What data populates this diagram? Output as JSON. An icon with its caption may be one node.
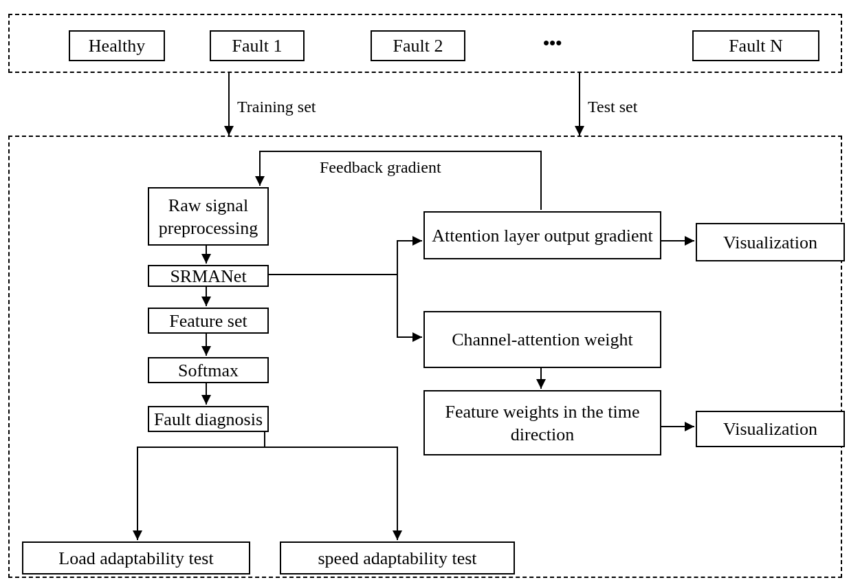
{
  "diagram": {
    "nodes": [
      {
        "text": [],
        "shape": "box"
      },
      {
        "text": [
          "Healthy"
        ],
        "in": 0
      },
      {
        "text": [
          "Fault 1"
        ],
        "in": 0
      },
      {
        "text": [
          "Fault 2"
        ],
        "in": 0
      },
      {
        "text": [
          "Fault N"
        ],
        "in": 0
      },
      {
        "text": [],
        "shape": "box"
      },
      {
        "text": [
          "Raw signal preprocessing"
        ],
        "in": 5
      },
      {
        "text": [
          "SRMANet"
        ],
        "in": 5
      },
      {
        "text": [
          "Feature set"
        ],
        "in": 5
      },
      {
        "text": [
          "Softmax"
        ],
        "in": 5
      },
      {
        "text": [
          "Fault diagnosis"
        ],
        "in": 5
      },
      {
        "text": [
          "Attention layer output gradient"
        ],
        "in": 5
      },
      {
        "text": [
          "Visualization"
        ],
        "in": 5
      },
      {
        "text": [
          "Channel-attention weight"
        ],
        "in": 5
      },
      {
        "text": [
          "Feature weights in the time direction"
        ],
        "in": 5
      },
      {
        "text": [
          "Visualization"
        ],
        "in": 5
      },
      {
        "text": [
          "Load adaptability test"
        ],
        "in": 5
      },
      {
        "text": [
          "speed adaptability test"
        ],
        "in": 5
      }
    ],
    "edges": [
      {
        "from": 0,
        "to": 5,
        "arrow": "to",
        "label": "Training set"
      },
      {
        "from": 0,
        "to": 5,
        "arrow": "to",
        "label": "Test set"
      },
      {
        "from": 11,
        "to": 6,
        "arrow": "to",
        "label": "Feedback gradient"
      },
      {
        "from": 6,
        "to": 7,
        "arrow": "to"
      },
      {
        "from": 7,
        "to": 8,
        "arrow": "to"
      },
      {
        "from": 8,
        "to": 9,
        "arrow": "to"
      },
      {
        "from": 9,
        "to": 10,
        "arrow": "to"
      },
      {
        "from": 7,
        "to": 11,
        "arrow": "to"
      },
      {
        "from": 7,
        "to": 13,
        "arrow": "to"
      },
      {
        "from": 11,
        "to": 12,
        "arrow": "to"
      },
      {
        "from": 13,
        "to": 14,
        "arrow": "to"
      },
      {
        "from": 14,
        "to": 15,
        "arrow": "to"
      },
      {
        "from": 10,
        "to": 16,
        "arrow": "to"
      },
      {
        "from": 10,
        "to": 17,
        "arrow": "to"
      }
    ],
    "labels": [
      "•••"
    ]
  }
}
